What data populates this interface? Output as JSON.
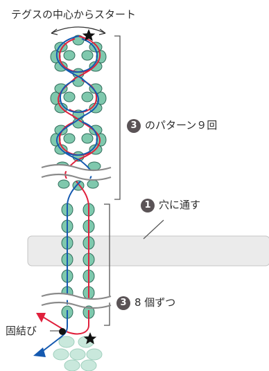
{
  "labels": {
    "start": "テグスの中心からスタート",
    "step3_pattern_num": "3",
    "step3_pattern_text": "のパターン９回",
    "step1_num": "1",
    "step1_text": "穴に通す",
    "step3_count_num": "3",
    "step3_count_text": "8 個ずつ",
    "knot": "固結び"
  },
  "colors": {
    "bead_fill": "#7fc8ad",
    "bead_stroke": "#2f6b5a",
    "bead_pale": "#c9e8dc",
    "red_thread": "#e0203c",
    "blue_thread": "#1459b0",
    "bracket": "#555555",
    "panel_fill": "#ebebeb",
    "panel_stroke": "#c4c4c4",
    "badge": "#5a5356"
  },
  "icons": {
    "star": "star-icon",
    "knot": "knot-dot-icon"
  }
}
